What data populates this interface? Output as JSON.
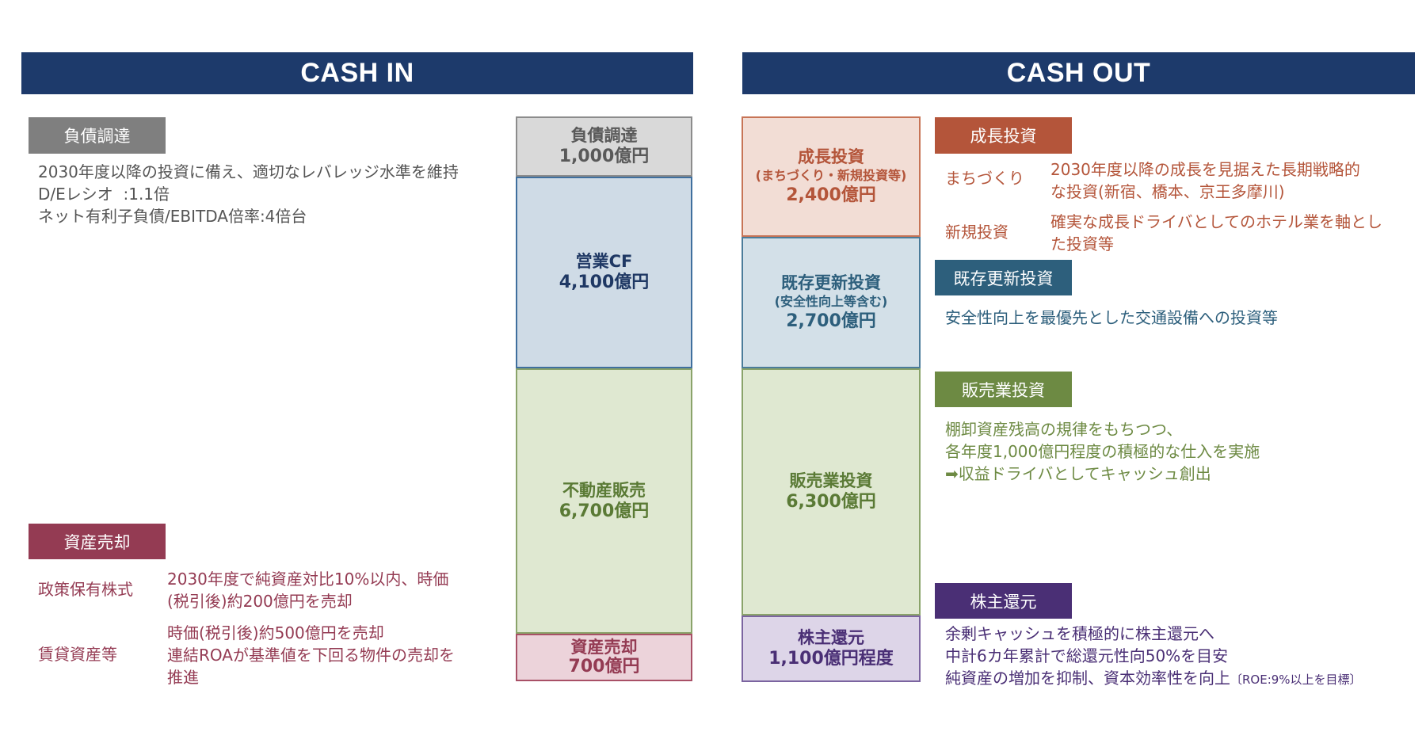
{
  "cash_in": {
    "header": "CASH IN",
    "debt": {
      "tag": "負債調達",
      "lines": [
        "2030年度以降の投資に備え、適切なレバレッジ水準を維持",
        "D/Eレシオ  :1.1倍",
        "ネット有利子負債/EBITDA倍率:4倍台"
      ]
    },
    "asset_sale": {
      "tag": "資産売却",
      "rows": [
        {
          "label": "政策保有株式",
          "lines": [
            "2030年度で純資産対比10%以内、時価",
            "(税引後)約200億円を売却"
          ]
        },
        {
          "label": "賃貸資産等",
          "lines": [
            "時価(税引後)約500億円を売却",
            "連結ROAが基準値を下回る物件の売却を",
            "推進"
          ]
        }
      ]
    },
    "blocks": [
      {
        "line1": "負債調達",
        "line2": "1,000億円"
      },
      {
        "line1": "営業CF",
        "line2": "4,100億円"
      },
      {
        "line1": "不動産販売",
        "line2": "6,700億円"
      },
      {
        "line1": "資産売却",
        "line2": "700億円"
      }
    ]
  },
  "cash_out": {
    "header": "CASH OUT",
    "blocks": [
      {
        "line1": "成長投資",
        "sub": "(まちづくり・新規投資等)",
        "line2": "2,400億円"
      },
      {
        "line1": "既存更新投資",
        "sub": "(安全性向上等含む)",
        "line2": "2,700億円"
      },
      {
        "line1": "販売業投資",
        "line2": "6,300億円"
      },
      {
        "line1": "株主還元",
        "line2": "1,100億円程度"
      }
    ],
    "growth": {
      "tag": "成長投資",
      "rows": [
        {
          "label": "まちづくり",
          "lines": [
            "2030年度以降の成長を見据えた長期戦略的",
            "な投資(新宿、橋本、京王多摩川)"
          ]
        },
        {
          "label": "新規投資",
          "lines": [
            "確実な成長ドライバとしてのホテル業を軸とし",
            "た投資等"
          ]
        }
      ]
    },
    "renewal": {
      "tag": "既存更新投資",
      "line": "安全性向上を最優先とした交通設備への投資等"
    },
    "sales": {
      "tag": "販売業投資",
      "lines": [
        "棚卸資産残高の規律をもちつつ、",
        "各年度1,000億円程度の積極的な仕入を実施",
        "➡収益ドライバとしてキャッシュ創出"
      ]
    },
    "shareholder": {
      "tag": "株主還元",
      "lines": [
        "余剰キャッシュを積極的に株主還元へ",
        "中計6カ年累計で総還元性向50%を目安"
      ],
      "last_line": "純資産の増加を抑制、資本効率性を向上",
      "last_note": "〔ROE:9%以上を目標〕"
    }
  },
  "colors": {
    "header": "#1d3a6b",
    "debt": "#7f7f7f",
    "asset_sale": "#943b53",
    "growth": "#b4553a",
    "renewal": "#2d5f7c",
    "sales": "#6d8a43",
    "shareholder": "#4a2f75"
  }
}
